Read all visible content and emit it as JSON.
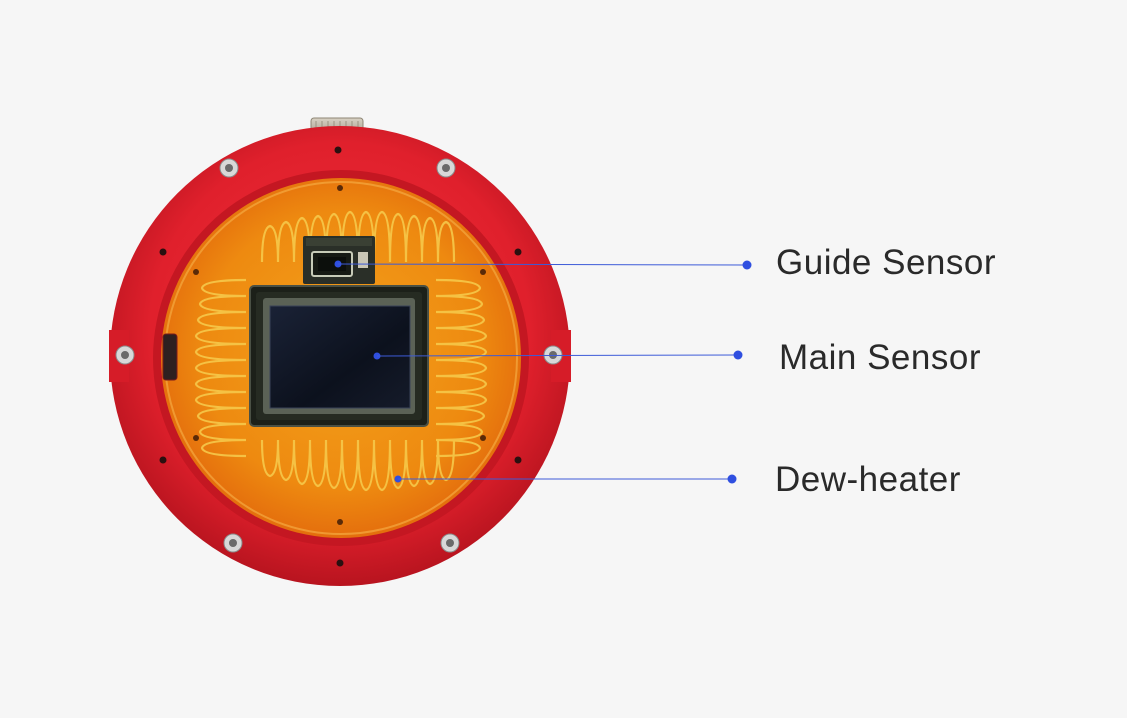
{
  "callouts": {
    "guide_sensor": "Guide Sensor",
    "main_sensor": "Main Sensor",
    "dew_heater": "Dew-heater"
  },
  "colors": {
    "background": "#f6f6f6",
    "housing_red": "#e0202c",
    "heater_orange": "#f08a10",
    "heater_trace": "#f2c23a",
    "sensor_dark": "#101522",
    "callout_line": "#3d5bd8",
    "callout_dot": "#2f4fe0",
    "label_text": "#2a2a2a"
  },
  "icons": {
    "screw": "hex-socket-screw",
    "pcb": "guide-sensor-pcb"
  }
}
